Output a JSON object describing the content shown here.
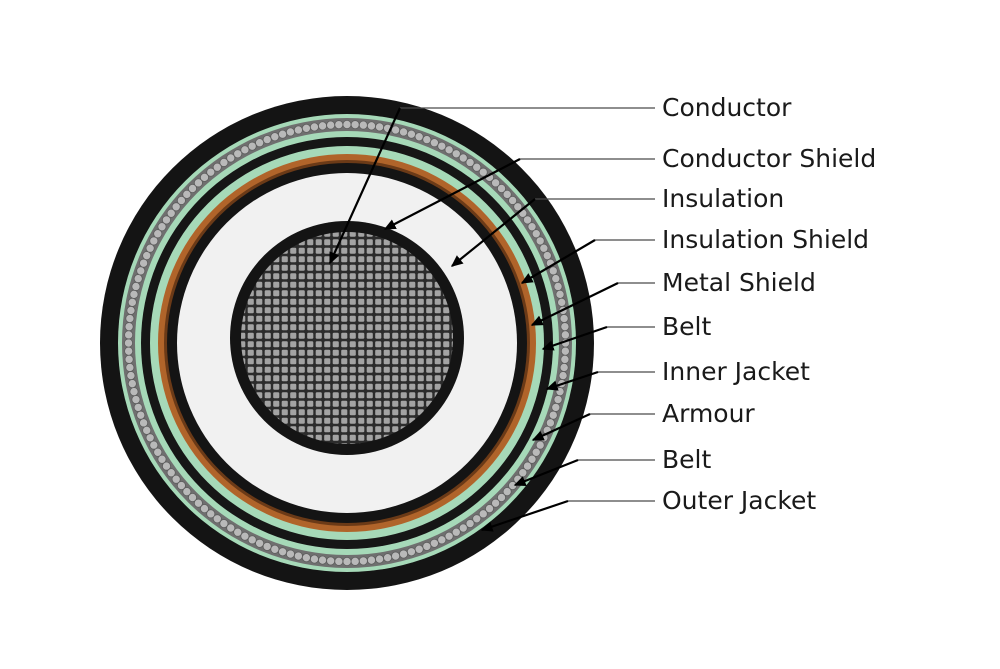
{
  "diagram": {
    "labels": [
      "Conductor",
      "Conductor Shield",
      "Insulation",
      "Insulation Shield",
      "Metal Shield",
      "Belt",
      "Inner Jacket",
      "Armour",
      "Belt",
      "Outer Jacket"
    ]
  },
  "colors": {
    "jacket": "#141414",
    "armour_wire": "#b9b9b9",
    "belt": "#a6d9b8",
    "metal_shield": "#b0642a",
    "insulation": "#f1f1f1",
    "conductor_grid": "#9a9a9a"
  }
}
